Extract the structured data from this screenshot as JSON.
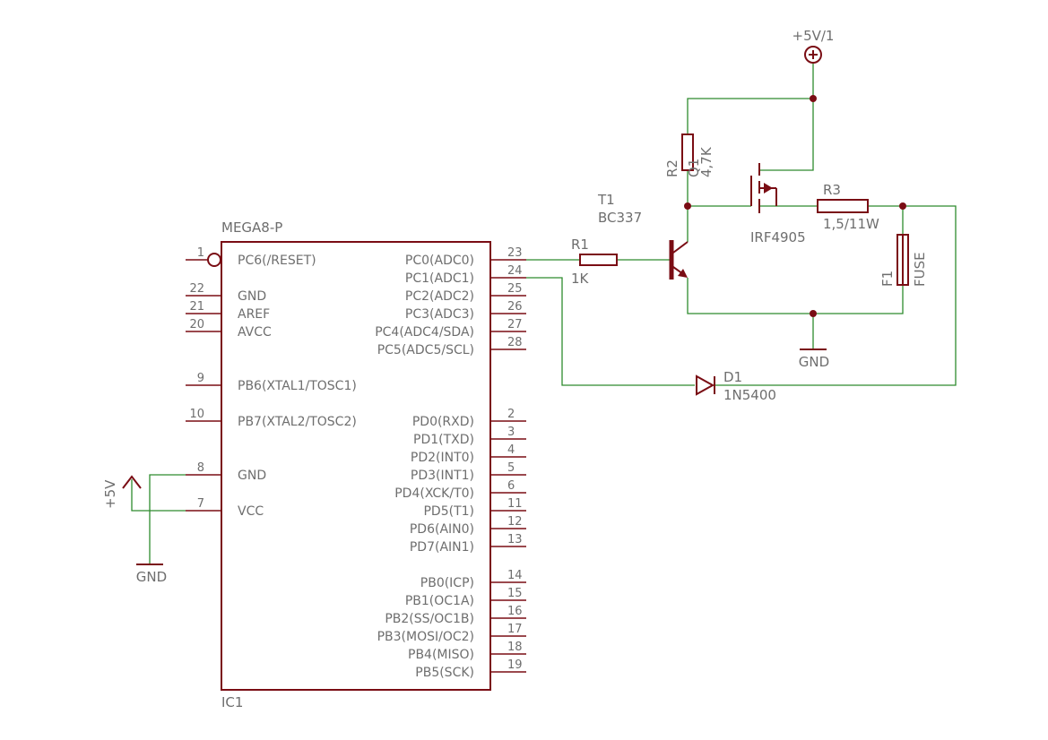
{
  "ic": {
    "name": "IC1",
    "value": "MEGA8-P",
    "left_pins": [
      {
        "num": "1",
        "label": "PC6(/RESET)"
      },
      {
        "num": "22",
        "label": "GND"
      },
      {
        "num": "21",
        "label": "AREF"
      },
      {
        "num": "20",
        "label": "AVCC"
      },
      {
        "num": "9",
        "label": "PB6(XTAL1/TOSC1)"
      },
      {
        "num": "10",
        "label": "PB7(XTAL2/TOSC2)"
      },
      {
        "num": "8",
        "label": "GND"
      },
      {
        "num": "7",
        "label": "VCC"
      }
    ],
    "right_pins": [
      {
        "num": "23",
        "label": "PC0(ADC0)"
      },
      {
        "num": "24",
        "label": "PC1(ADC1)"
      },
      {
        "num": "25",
        "label": "PC2(ADC2)"
      },
      {
        "num": "26",
        "label": "PC3(ADC3)"
      },
      {
        "num": "27",
        "label": "PC4(ADC4/SDA)"
      },
      {
        "num": "28",
        "label": "PC5(ADC5/SCL)"
      },
      {
        "num": "2",
        "label": "PD0(RXD)"
      },
      {
        "num": "3",
        "label": "PD1(TXD)"
      },
      {
        "num": "4",
        "label": "PD2(INT0)"
      },
      {
        "num": "5",
        "label": "PD3(INT1)"
      },
      {
        "num": "6",
        "label": "PD4(XCK/T0)"
      },
      {
        "num": "11",
        "label": "PD5(T1)"
      },
      {
        "num": "12",
        "label": "PD6(AIN0)"
      },
      {
        "num": "13",
        "label": "PD7(AIN1)"
      },
      {
        "num": "14",
        "label": "PB0(ICP)"
      },
      {
        "num": "15",
        "label": "PB1(OC1A)"
      },
      {
        "num": "16",
        "label": "PB2(SS/OC1B)"
      },
      {
        "num": "17",
        "label": "PB3(MOSI/OC2)"
      },
      {
        "num": "18",
        "label": "PB4(MISO)"
      },
      {
        "num": "19",
        "label": "PB5(SCK)"
      }
    ]
  },
  "parts": {
    "r1": {
      "name": "R1",
      "value": "1K"
    },
    "r2": {
      "name": "R2",
      "value": "4,7K"
    },
    "r3": {
      "name": "R3",
      "value": "1,5/11W"
    },
    "t1": {
      "name": "T1",
      "value": "BC337"
    },
    "q1": {
      "name": "Q1",
      "value": "IRF4905"
    },
    "f1": {
      "name": "F1",
      "value": "FUSE"
    },
    "d1": {
      "name": "D1",
      "value": "1N5400"
    }
  },
  "supplies": {
    "v5_top": "+5V/1",
    "v5_left": "+5V",
    "gnd_right": "GND",
    "gnd_left": "GND"
  },
  "colors": {
    "symbol": "#7a0d14",
    "wire": "#2e8b2e",
    "text": "#6e6e6e"
  }
}
